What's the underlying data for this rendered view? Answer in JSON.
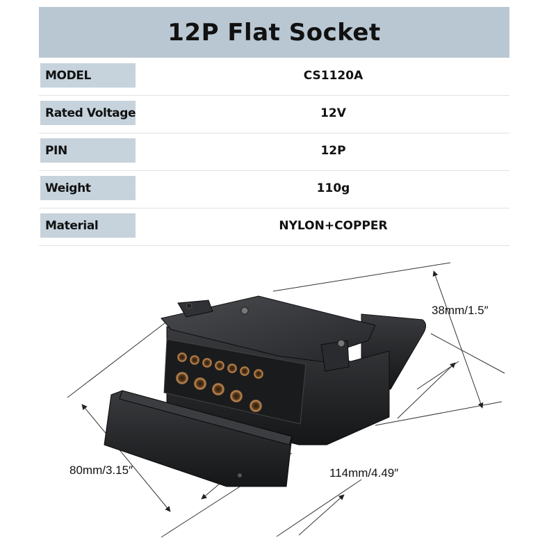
{
  "title": "12P Flat Socket",
  "specs": [
    {
      "label": "MODEL",
      "value": "CS1120A"
    },
    {
      "label": "Rated Voltage",
      "value": "12V"
    },
    {
      "label": "PIN",
      "value": "12P"
    },
    {
      "label": "Weight",
      "value": "110g"
    },
    {
      "label": "Material",
      "value": "NYLON+COPPER"
    }
  ],
  "dimensions": {
    "height": "38mm/1.5″",
    "width": "80mm/3.15″",
    "length": "114mm/4.49″"
  },
  "colors": {
    "title_bg": "#b9c7d2",
    "label_bg": "#c6d3dd",
    "socket_body": "#1d1e20",
    "pin_copper": "#b07a45"
  }
}
